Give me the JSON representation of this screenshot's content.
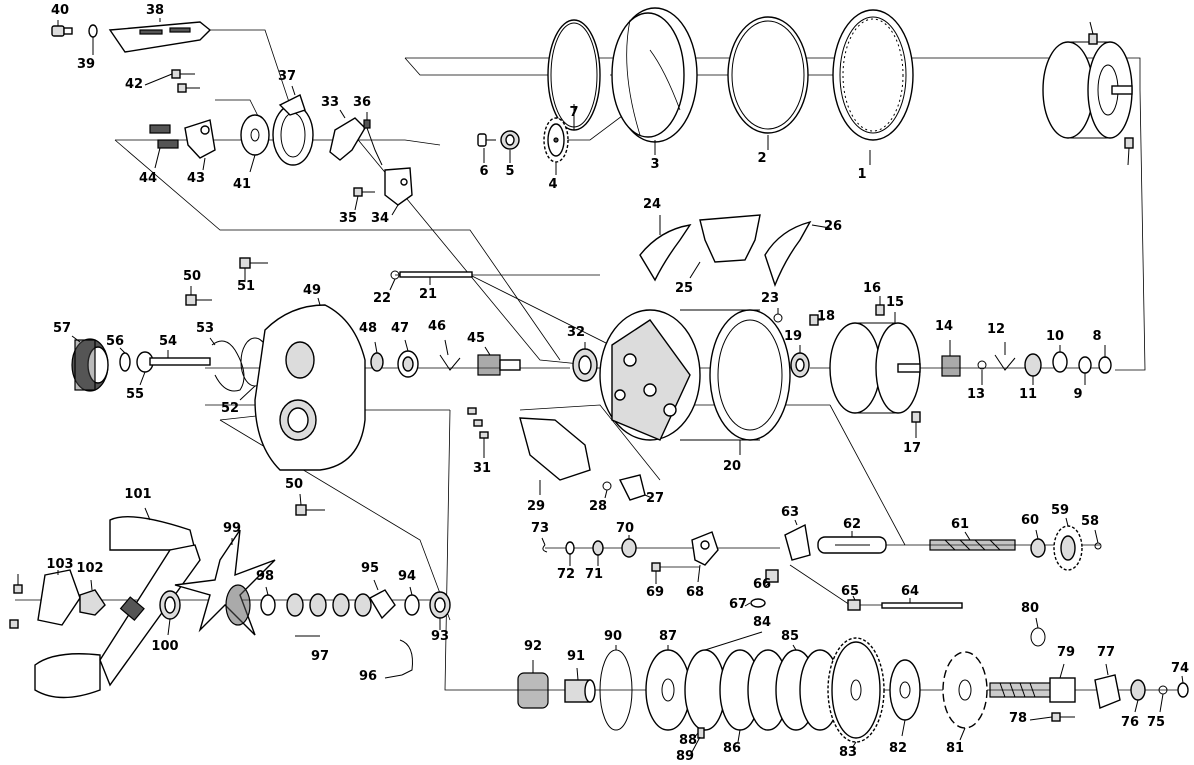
{
  "labels": [
    "1",
    "2",
    "3",
    "4",
    "5",
    "6",
    "7",
    "8",
    "9",
    "10",
    "11",
    "12",
    "13",
    "14",
    "15",
    "16",
    "17",
    "18",
    "19",
    "20",
    "21",
    "22",
    "23",
    "24",
    "25",
    "26",
    "27",
    "28",
    "29",
    "31",
    "32",
    "33",
    "34",
    "35",
    "36",
    "37",
    "38",
    "39",
    "40",
    "41",
    "42",
    "43",
    "44",
    "45",
    "46",
    "47",
    "48",
    "49",
    "50",
    "51",
    "52",
    "53",
    "54",
    "55",
    "56",
    "57",
    "58",
    "59",
    "60",
    "61",
    "62",
    "63",
    "64",
    "65",
    "66",
    "67",
    "68",
    "69",
    "70",
    "71",
    "72",
    "73",
    "74",
    "75",
    "76",
    "77",
    "78",
    "79",
    "80",
    "81",
    "82",
    "83",
    "84",
    "85",
    "86",
    "87",
    "88",
    "89",
    "90",
    "91",
    "92",
    "93",
    "94",
    "95",
    "96",
    "97",
    "98",
    "99",
    "100",
    "101",
    "102",
    "103"
  ]
}
